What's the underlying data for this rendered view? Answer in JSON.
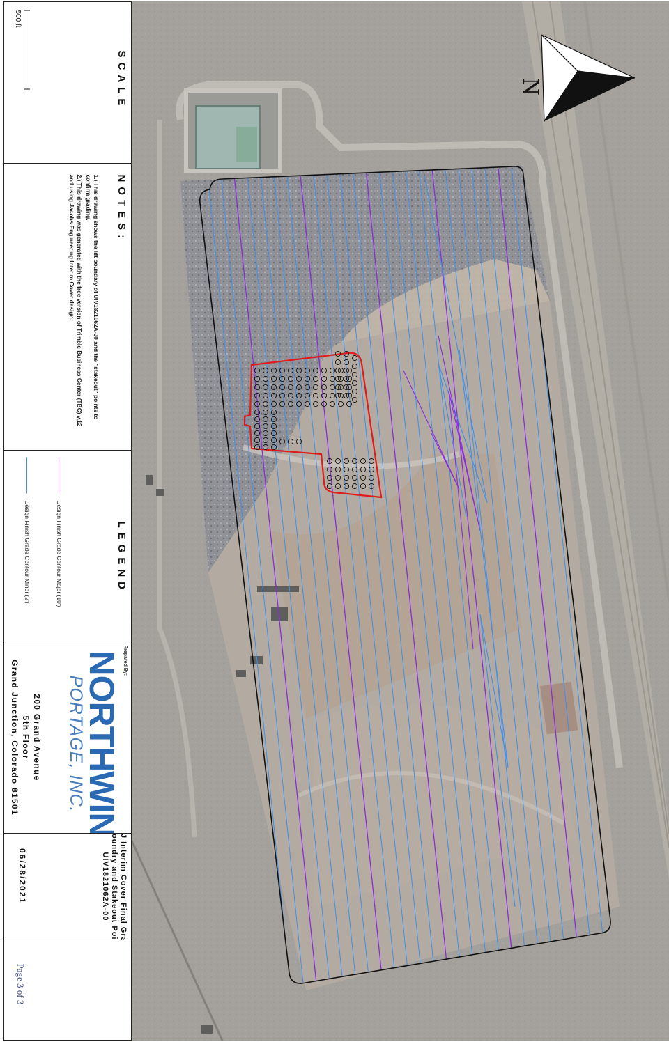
{
  "scale": {
    "heading": "SCALE",
    "bar_label": "500 ft"
  },
  "notes": {
    "heading": "NOTES:",
    "items": [
      "1.) This drawing shows the lift boundary of UIV1821062A-00 and the \"stakeout\" points to confirm grading.",
      "2.) This drawing was generated with the free version of Trimble Business Center (TBC) v.12 and using Jacobs Engineering Interim Cover design."
    ]
  },
  "legend": {
    "heading": "LEGEND",
    "items": [
      {
        "label": "Design Finish Grade Contour Major (10')",
        "color": "#8a2be2"
      },
      {
        "label": "Design Finish Grade Contour Minor (2')",
        "color": "#3d8ff0"
      }
    ]
  },
  "company": {
    "prepared_by": "Prepared By:",
    "logo_main": "NORTHWIND",
    "logo_sub": "PORTAGE, INC.",
    "address": [
      "200 Grand Avenue",
      "5th Floor",
      "Grand Junction, Colorado 81501"
    ]
  },
  "drawing": {
    "title_lines": [
      "CJ Interim Cover Final Grade, Lift",
      "Boundry and Stakeout Points for",
      "UIV1821062A-00"
    ],
    "date": "06/28/2021",
    "page": "Page 3 of 3"
  },
  "map": {
    "north_label": "N",
    "colors": {
      "boundary": "#111111",
      "lift_boundary": "#e01b1b",
      "contour_major": "#8a2be2",
      "contour_minor": "#3d8ff0",
      "stake_point": "#111111"
    }
  }
}
